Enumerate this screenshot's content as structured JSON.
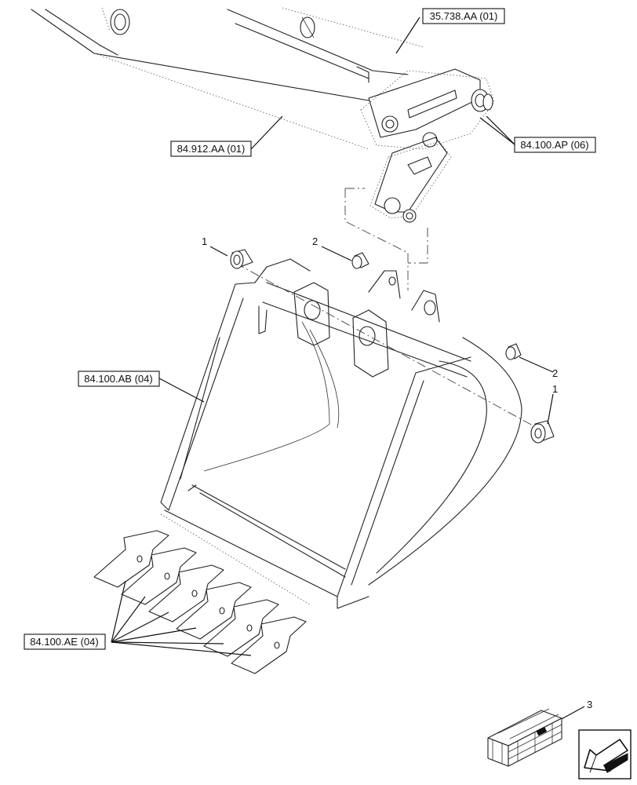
{
  "references": {
    "ref_35738": "35.738.AA (01)",
    "ref_84912": "84.912.AA (01)",
    "ref_84100ap": "84.100.AP (06)",
    "ref_84100ab": "84.100.AB (04)",
    "ref_84100ae": "84.100.AE (04)"
  },
  "callouts": {
    "item_1_top": "1",
    "item_2_top": "2",
    "item_2_right": "2",
    "item_1_right": "1",
    "item_3": "3"
  },
  "icons": {
    "nav": "arrow-left-icon",
    "kit": "crate-icon"
  }
}
